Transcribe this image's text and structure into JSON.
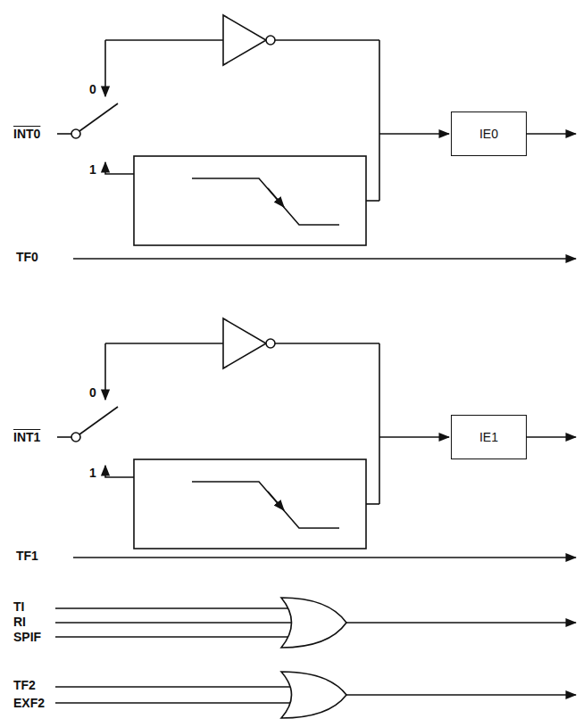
{
  "diagram": {
    "nodes": [
      {
        "text": [
          "IE0"
        ]
      },
      {
        "text": [
          "IE1"
        ]
      }
    ],
    "labels": [
      "INT0",
      "0",
      "1",
      "TF0",
      "INT1",
      "0",
      "1",
      "TF1",
      "TI",
      "RI",
      "SPIF",
      "TF2",
      "EXF2"
    ]
  }
}
